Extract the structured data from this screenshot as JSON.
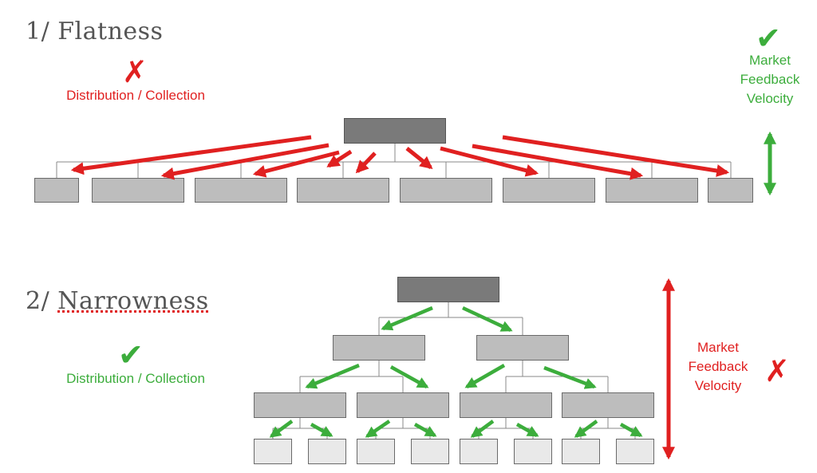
{
  "section1": {
    "title": "1/ Flatness",
    "distribution_label": "Distribution / Collection",
    "distribution_status": "fail",
    "feedback_label_lines": [
      "Market",
      "Feedback",
      "Velocity"
    ],
    "feedback_status": "pass"
  },
  "section2": {
    "title_prefix": "2/ ",
    "title_word": "Narrowness",
    "distribution_label": "Distribution / Collection",
    "distribution_status": "pass",
    "feedback_label_lines": [
      "Market",
      "Feedback",
      "Velocity"
    ],
    "feedback_status": "fail"
  },
  "colors": {
    "red": "#e02020",
    "green": "#3cad3c",
    "root_box": "#7a7a7a",
    "mid_box": "#bdbdbd",
    "leaf_box": "#e9e9e9",
    "connector": "#888888"
  },
  "icons": {
    "fail": "cross-icon",
    "pass": "check-icon"
  }
}
